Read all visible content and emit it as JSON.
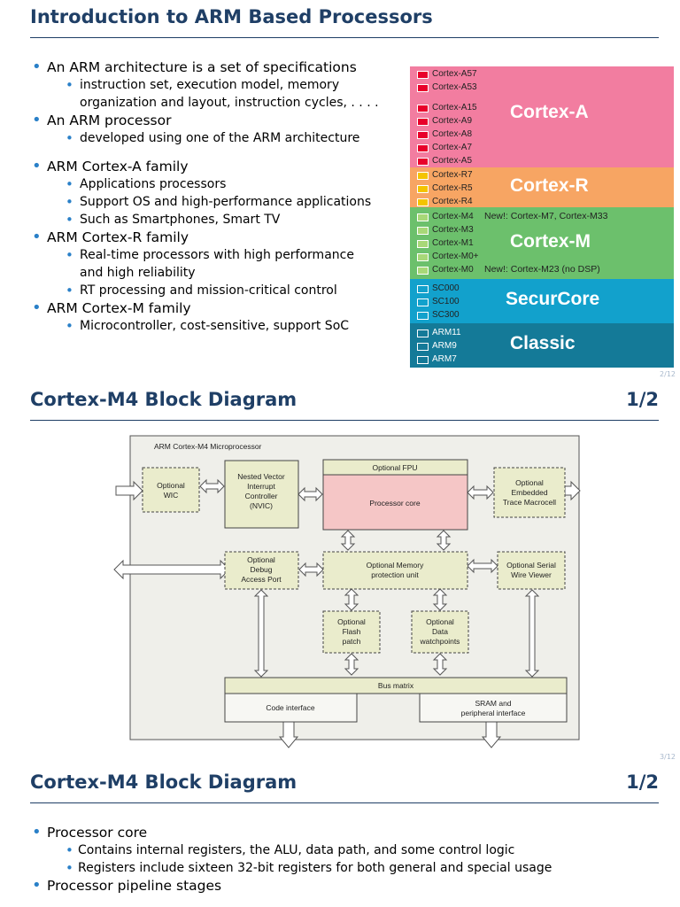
{
  "slides": [
    {
      "title": "Introduction to ARM Based Processors",
      "page": "2/12",
      "bullets": [
        {
          "text": "An ARM architecture is a set of specifications",
          "sub": [
            "instruction set, execution model, memory",
            "organization and layout, instruction cycles, . . . ."
          ]
        },
        {
          "text": "An ARM processor",
          "sub": [
            "developed using one of the ARM architecture"
          ]
        },
        {
          "text": "ARM Cortex-A family",
          "sub": [
            "Applications processors",
            "Support OS and high-performance applications",
            "Such as Smartphones, Smart TV"
          ]
        },
        {
          "text": "ARM Cortex-R family",
          "sub": [
            "Real-time processors with high performance",
            "and high reliability",
            "RT processing and mission-critical control"
          ]
        },
        {
          "text": "ARM Cortex-M family",
          "sub": [
            "Microcontroller, cost-sensitive, support SoC"
          ]
        }
      ],
      "families": [
        {
          "name": "Cortex-A",
          "color": "#f27da0",
          "cores": [
            "Cortex-A57",
            "Cortex-A53",
            "Cortex-A15",
            "Cortex-A9",
            "Cortex-A8",
            "Cortex-A7",
            "Cortex-A5"
          ]
        },
        {
          "name": "Cortex-R",
          "color": "#f7a563",
          "cores": [
            "Cortex-R7",
            "Cortex-R5",
            "Cortex-R4"
          ]
        },
        {
          "name": "Cortex-M",
          "color": "#6cc06c",
          "cores": [
            "Cortex-M4",
            "Cortex-M3",
            "Cortex-M1",
            "Cortex-M0+",
            "Cortex-M0"
          ],
          "notes": [
            "New!: Cortex-M7, Cortex-M33",
            "New!: Cortex-M23 (no DSP)"
          ]
        },
        {
          "name": "SecurCore",
          "color": "#12a1cc",
          "cores": [
            "SC000",
            "SC100",
            "SC300"
          ]
        },
        {
          "name": "Classic",
          "color": "#147a98",
          "cores": [
            "ARM11",
            "ARM9",
            "ARM7"
          ]
        }
      ]
    },
    {
      "title": "Cortex-M4 Block Diagram",
      "title_right": "1/2",
      "page": "3/12",
      "diagram": {
        "header": "ARM Cortex-M4 Microprocessor",
        "blocks": {
          "wic": [
            "Optional",
            "WIC"
          ],
          "nvic": [
            "Nested Vector",
            "Interrupt",
            "Controller",
            "(NVIC)"
          ],
          "fpu": "Optional FPU",
          "core": "Processor core",
          "etm": [
            "Optional",
            "Embedded",
            "Trace Macrocell"
          ],
          "debug": [
            "Optional",
            "Debug",
            "Access Port"
          ],
          "mpu": [
            "Optional Memory",
            "protection unit"
          ],
          "swv": [
            "Optional Serial",
            "Wire Viewer"
          ],
          "flash": [
            "Optional",
            "Flash",
            "patch"
          ],
          "watch": [
            "Optional",
            "Data",
            "watchpoints"
          ],
          "bus": "Bus matrix",
          "code": "Code interface",
          "sram": [
            "SRAM and",
            "peripheral interface"
          ]
        }
      }
    },
    {
      "title": "Cortex-M4 Block Diagram",
      "title_right": "1/2",
      "bullets": [
        {
          "text": "Processor core",
          "sub": [
            "Contains internal registers, the ALU, data path, and some control logic",
            "Registers include sixteen 32-bit registers for both general and special usage"
          ]
        },
        {
          "text": "Processor pipeline stages",
          "sub": []
        }
      ]
    }
  ]
}
